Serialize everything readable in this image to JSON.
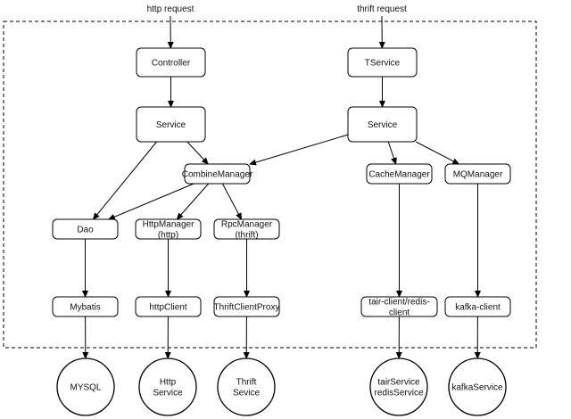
{
  "entry_labels": {
    "http": "http request",
    "thrift": "thrift request"
  },
  "nodes": {
    "controller": [
      "Controller"
    ],
    "service_left": [
      "Service"
    ],
    "combine_manager": [
      "CombineManager"
    ],
    "dao": [
      "Dao"
    ],
    "http_manager": [
      "HttpManager",
      "(http)"
    ],
    "rpc_manager": [
      "RpcManager",
      "(thrift)"
    ],
    "mybatis": [
      "Mybatis"
    ],
    "http_client": [
      "httpClient"
    ],
    "thrift_client_proxy": [
      "ThriftClientProxy"
    ],
    "tservice": [
      "TService"
    ],
    "service_right": [
      "Service"
    ],
    "cache_manager": [
      "CacheManager"
    ],
    "mq_manager": [
      "MQManager"
    ],
    "tair_client": [
      "tair-client/redis-",
      "client"
    ],
    "kafka_client": [
      "kafka-client"
    ]
  },
  "external_services": {
    "mysql": [
      "MYSQL"
    ],
    "http_service": [
      "Http",
      "Service"
    ],
    "thrift_service": [
      "Thrift",
      "Sevice"
    ],
    "tair_redis_service": [
      "tairService",
      "redisService"
    ],
    "kafka_service": [
      "kafkaService"
    ]
  },
  "edges": [
    [
      "http_entry",
      "controller"
    ],
    [
      "controller",
      "service_left"
    ],
    [
      "service_left",
      "combine_manager"
    ],
    [
      "service_left",
      "dao"
    ],
    [
      "combine_manager",
      "dao"
    ],
    [
      "combine_manager",
      "http_manager"
    ],
    [
      "combine_manager",
      "rpc_manager"
    ],
    [
      "dao",
      "mybatis"
    ],
    [
      "http_manager",
      "http_client"
    ],
    [
      "rpc_manager",
      "thrift_client_proxy"
    ],
    [
      "mybatis",
      "mysql"
    ],
    [
      "http_client",
      "http_service"
    ],
    [
      "thrift_client_proxy",
      "thrift_service"
    ],
    [
      "thrift_entry",
      "tservice"
    ],
    [
      "tservice",
      "service_right"
    ],
    [
      "service_right",
      "combine_manager"
    ],
    [
      "service_right",
      "cache_manager"
    ],
    [
      "service_right",
      "mq_manager"
    ],
    [
      "cache_manager",
      "tair_client"
    ],
    [
      "mq_manager",
      "kafka_client"
    ],
    [
      "tair_client",
      "tair_redis_service"
    ],
    [
      "kafka_client",
      "kafka_service"
    ]
  ]
}
